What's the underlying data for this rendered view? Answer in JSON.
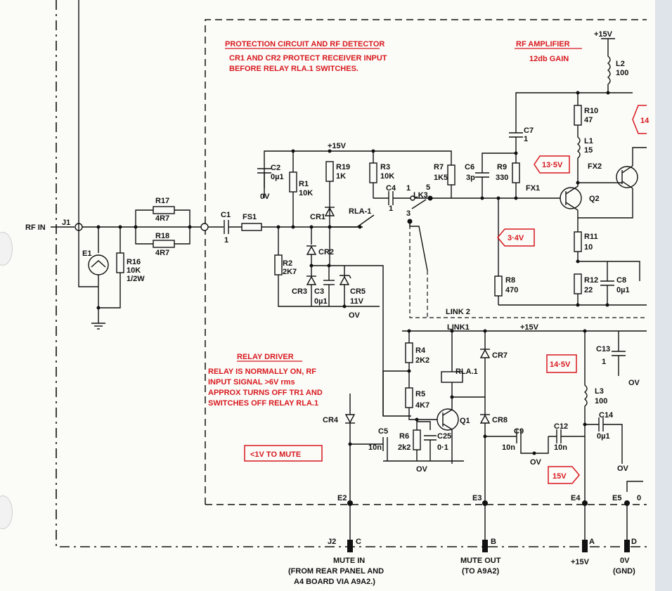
{
  "input": {
    "rf_in": "RF IN",
    "j1": "J1"
  },
  "notes": {
    "protection_title": "PROTECTION CIRCUIT AND RF DETECTOR",
    "protection_line1": "CR1 AND CR2 PROTECT RECEIVER INPUT",
    "protection_line2": "BEFORE RELAY RLA.1 SWITCHES.",
    "rf_amp_title": "RF AMPLIFIER",
    "rf_amp_gain": "12db GAIN",
    "relay_title": "RELAY DRIVER",
    "relay_line1": "RELAY IS NORMALLY ON, RF",
    "relay_line2": "INPUT SIGNAL >6V rms",
    "relay_line3": "APPROX TURNS OFF TR1 AND",
    "relay_line4": "SWITCHES OFF RELAY RLA.1"
  },
  "voltages": {
    "v1": "13·5V",
    "v2": "3·4V",
    "v3": "14·5V",
    "v4": "15V",
    "v5": "<1V TO MUTE",
    "v6": "14"
  },
  "rails": {
    "p15v": "+15V",
    "zero_v": "0V",
    "ov": "OV"
  },
  "components": {
    "r17": "R17",
    "r17v": "4R7",
    "r18": "R18",
    "r18v": "4R7",
    "r16": "R16",
    "r16v": "10K",
    "r16p": "1/2W",
    "e1": "E1",
    "c1": "C1",
    "c1v": "1",
    "fs1": "FS1",
    "c2": "C2",
    "c2v": "0µ1",
    "r1": "R1",
    "r1v": "10K",
    "r19": "R19",
    "r19v": "1K",
    "cr1": "CR1",
    "rla1": "RLA-1",
    "r3": "R3",
    "r3v": "10K",
    "c4": "C4",
    "c4v": "1",
    "lk3": "LK3",
    "p1": "1",
    "p3": "3",
    "p5": "5",
    "r7": "R7",
    "r7v": "1K5",
    "c6": "C6",
    "c6v": "3p",
    "r9": "R9",
    "r9v": "330",
    "cr2": "CR2",
    "r2": "R2",
    "r2v": "2K7",
    "cr3": "CR3",
    "c3": "C3",
    "c3v": "0µ1",
    "cr5": "CR5",
    "cr5v": "11V",
    "r8": "R8",
    "r8v": "470",
    "c7": "C7",
    "c7v": "1",
    "r10": "R10",
    "r10v": "47",
    "l1": "L1",
    "l1v": "15",
    "l2": "L2",
    "l2v": "100",
    "fx1": "FX1",
    "fx2": "FX2",
    "q2": "Q2",
    "r11": "R11",
    "r11v": "10",
    "r12": "R12",
    "r12v": "22",
    "c8": "C8",
    "c8v": "0µ1",
    "link1": "LINK1",
    "link2": "LINK 2",
    "r4": "R4",
    "r4v": "2K2",
    "r5": "R5",
    "r5v": "4K7",
    "rla1b": "RLA.1",
    "cr7": "CR7",
    "cr8": "CR8",
    "q1": "Q1",
    "cr4": "CR4",
    "c5": "C5",
    "c5v": "10n",
    "r6": "R6",
    "r6v": "2k2",
    "c25": "C25",
    "c25v": "0·1",
    "c9": "C9",
    "c9v": "10n",
    "c12": "C12",
    "c12v": "10n",
    "c13": "C13",
    "c13v": "1",
    "l3": "L3",
    "l3v": "100",
    "c14": "C14",
    "c14v": "0µ1"
  },
  "terminals": {
    "e2": "E2",
    "e3": "E3",
    "e4": "E4",
    "e5": "E5",
    "e5v": "0",
    "j2": "J2",
    "c": "C",
    "b": "B",
    "a": "A",
    "d": "D"
  },
  "bottom": {
    "mute_in": "MUTE IN",
    "mute_in_2": "(FROM REAR PANEL AND",
    "mute_in_3": "A4 BOARD VIA A9A2.)",
    "mute_out": "MUTE OUT",
    "mute_out_2": "(TO A9A2)",
    "p15": "+15V",
    "gnd1": "0V",
    "gnd2": "(GND)"
  }
}
